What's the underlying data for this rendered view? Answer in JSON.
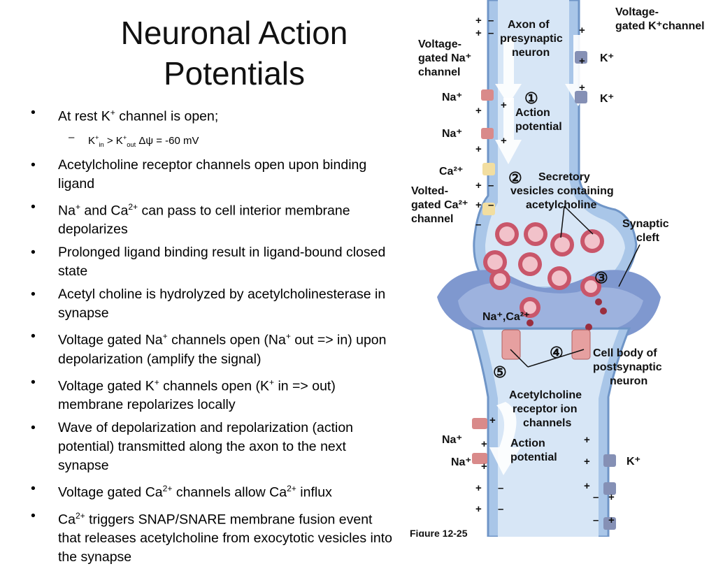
{
  "slide": {
    "title": "Neuronal Action Potentials",
    "bullets": [
      {
        "level": 1,
        "parts": [
          [
            "t",
            "At rest K"
          ],
          [
            "sup",
            "+"
          ],
          [
            "t",
            " channel is open;"
          ]
        ]
      },
      {
        "level": 2,
        "parts": [
          [
            "t",
            "K"
          ],
          [
            "sup",
            "+"
          ],
          [
            "sub",
            "in"
          ],
          [
            "t",
            " > K"
          ],
          [
            "sup",
            "+"
          ],
          [
            "sub",
            "out"
          ],
          [
            "t",
            " Δψ = -60 mV"
          ]
        ]
      },
      {
        "level": 1,
        "parts": [
          [
            "t",
            "Acetylcholine receptor channels open upon binding ligand"
          ]
        ]
      },
      {
        "level": 1,
        "parts": [
          [
            "t",
            "Na"
          ],
          [
            "sup",
            "+"
          ],
          [
            "t",
            " and Ca"
          ],
          [
            "sup",
            "2+"
          ],
          [
            "t",
            " can pass to cell interior membrane depolarizes"
          ]
        ]
      },
      {
        "level": 1,
        "parts": [
          [
            "t",
            "Prolonged ligand binding result in ligand-bound closed state"
          ]
        ]
      },
      {
        "level": 1,
        "parts": [
          [
            "t",
            "Acetyl choline is hydrolyzed by acetylcholinesterase in synapse"
          ]
        ]
      },
      {
        "level": 1,
        "parts": [
          [
            "t",
            "Voltage gated Na"
          ],
          [
            "sup",
            "+"
          ],
          [
            "t",
            " channels open (Na"
          ],
          [
            "sup",
            "+"
          ],
          [
            "t",
            " out => in) upon depolarization (amplify the signal)"
          ]
        ]
      },
      {
        "level": 1,
        "parts": [
          [
            "t",
            "Voltage gated K"
          ],
          [
            "sup",
            "+"
          ],
          [
            "t",
            " channels open (K"
          ],
          [
            "sup",
            "+"
          ],
          [
            "t",
            " in => out) membrane repolarizes locally"
          ]
        ]
      },
      {
        "level": 1,
        "parts": [
          [
            "t",
            "Wave of depolarization and repolarization (action potential) transmitted along the axon to the next synapse"
          ]
        ]
      },
      {
        "level": 1,
        "parts": [
          [
            "t",
            "Voltage gated Ca"
          ],
          [
            "sup",
            "2+"
          ],
          [
            "t",
            " channels allow Ca"
          ],
          [
            "sup",
            "2+"
          ],
          [
            "t",
            " influx"
          ]
        ]
      },
      {
        "level": 1,
        "parts": [
          [
            "t",
            "Ca"
          ],
          [
            "sup",
            "2+"
          ],
          [
            "t",
            " triggers SNAP/SNARE membrane fusion event that releases acetylcholine from exocytotic vesicles into the synapse"
          ]
        ]
      }
    ]
  },
  "figure": {
    "axon_label": [
      "Axon of",
      "presynaptic",
      "neuron"
    ],
    "vg_k_label": [
      "Voltage-",
      "gated K⁺channel"
    ],
    "vg_na_label": [
      "Voltage-",
      "gated Na⁺",
      "channel"
    ],
    "na": "Na⁺",
    "k": "K⁺",
    "ca": "Ca²⁺",
    "step1": "①",
    "action_potential": [
      "Action",
      "potential"
    ],
    "step2": "②",
    "secretory": [
      "Secretory",
      "vesicles containing",
      "acetylcholine"
    ],
    "vg_ca_label": [
      "Volted-",
      "gated Ca²⁺",
      "channel"
    ],
    "synaptic_cleft": [
      "Synaptic",
      "cleft"
    ],
    "step3": "③",
    "na_ca": "Na⁺,Ca²⁺",
    "step4": "④",
    "step5": "⑤",
    "cell_body": [
      "Cell body of",
      "postsynaptic",
      "neuron"
    ],
    "ach_receptor": [
      "Acetylcholine",
      "receptor ion",
      "channels"
    ],
    "action_potential_2": [
      "Action",
      "potential"
    ],
    "figure_caption": "Figure 12-25"
  },
  "colors": {
    "membrane": "#a9c6e8",
    "cytoplasm": "#d7e6f6",
    "postsynaptic": "#7f98cf",
    "vesicle": "#c9566a",
    "channel": "#d98a8a",
    "ca_channel": "#f2dea0"
  }
}
